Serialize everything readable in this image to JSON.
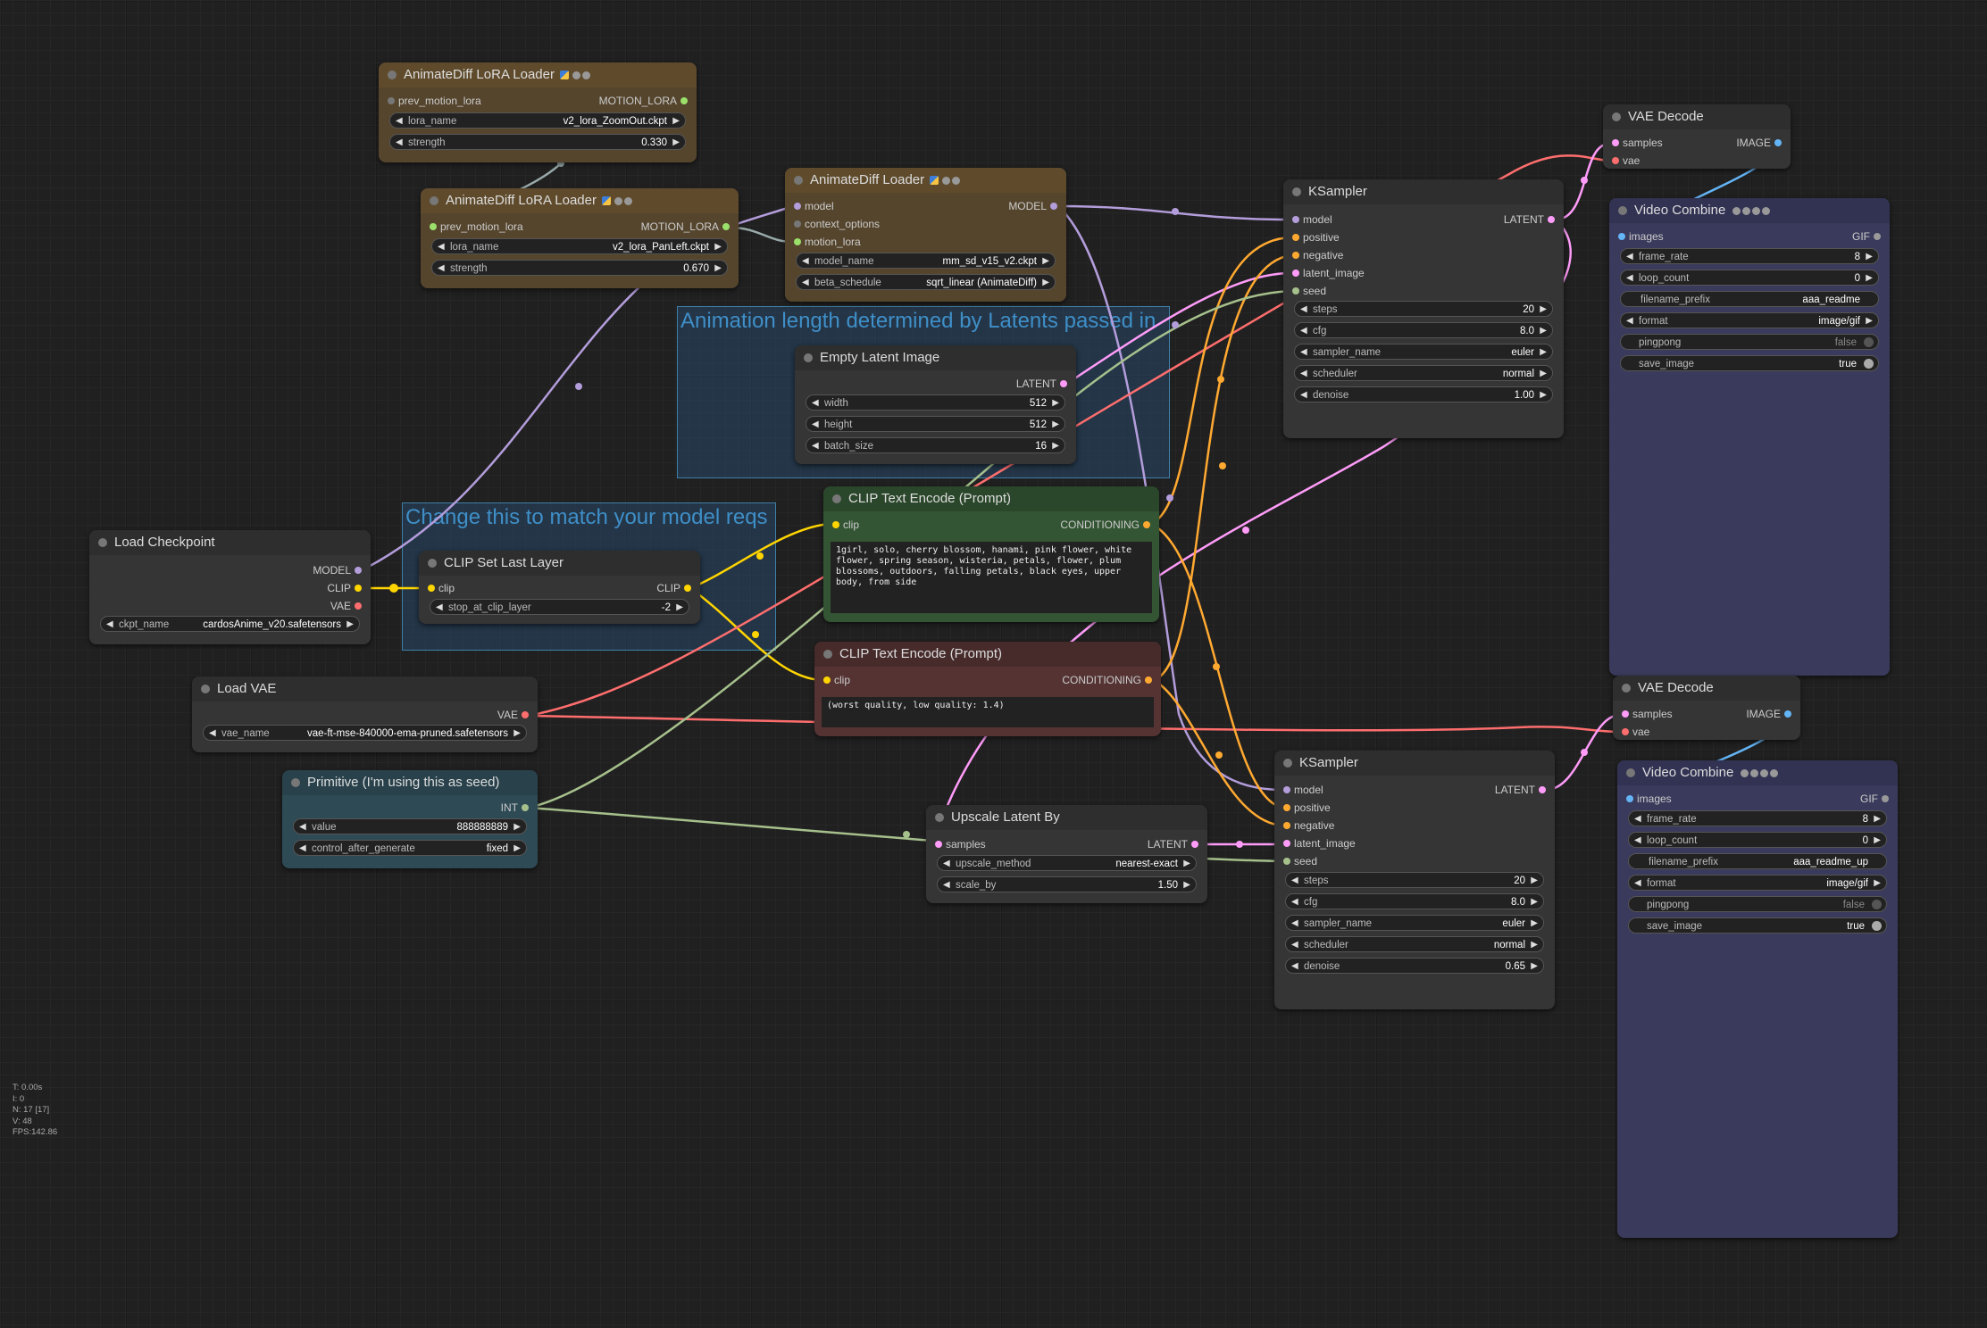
{
  "groups": {
    "g1": "Animation length determined by Latents passed in",
    "g2": "Change this to match your model reqs"
  },
  "stats": [
    "T: 0.00s",
    "I: 0",
    "N: 17 [17]",
    "V: 48",
    "FPS:142.86"
  ],
  "nodes": {
    "lora1": {
      "title": "AnimateDiff LoRA Loader",
      "in1": "prev_motion_lora",
      "out1": "MOTION_LORA",
      "w1n": "lora_name",
      "w1v": "v2_lora_ZoomOut.ckpt",
      "w2n": "strength",
      "w2v": "0.330"
    },
    "lora2": {
      "title": "AnimateDiff LoRA Loader",
      "in1": "prev_motion_lora",
      "out1": "MOTION_LORA",
      "w1n": "lora_name",
      "w1v": "v2_lora_PanLeft.ckpt",
      "w2n": "strength",
      "w2v": "0.670"
    },
    "adl": {
      "title": "AnimateDiff Loader",
      "in1": "model",
      "in2": "context_options",
      "in3": "motion_lora",
      "out1": "MODEL",
      "w1n": "model_name",
      "w1v": "mm_sd_v15_v2.ckpt",
      "w2n": "beta_schedule",
      "w2v": "sqrt_linear (AnimateDiff)"
    },
    "ks1": {
      "title": "KSampler",
      "in1": "model",
      "in2": "positive",
      "in3": "negative",
      "in4": "latent_image",
      "in5": "seed",
      "out1": "LATENT",
      "w1n": "steps",
      "w1v": "20",
      "w2n": "cfg",
      "w2v": "8.0",
      "w3n": "sampler_name",
      "w3v": "euler",
      "w4n": "scheduler",
      "w4v": "normal",
      "w5n": "denoise",
      "w5v": "1.00"
    },
    "vae1": {
      "title": "VAE Decode",
      "in1": "samples",
      "in2": "vae",
      "out1": "IMAGE"
    },
    "vc1": {
      "title": "Video Combine",
      "in1": "images",
      "out1": "GIF",
      "w1n": "frame_rate",
      "w1v": "8",
      "w2n": "loop_count",
      "w2v": "0",
      "w3n": "filename_prefix",
      "w3v": "aaa_readme",
      "w4n": "format",
      "w4v": "image/gif",
      "w5n": "pingpong",
      "w5v": "false",
      "w6n": "save_image",
      "w6v": "true"
    },
    "eli": {
      "title": "Empty Latent Image",
      "out1": "LATENT",
      "w1n": "width",
      "w1v": "512",
      "w2n": "height",
      "w2v": "512",
      "w3n": "batch_size",
      "w3v": "16"
    },
    "ctp": {
      "title": "CLIP Text Encode (Prompt)",
      "in1": "clip",
      "out1": "CONDITIONING",
      "text": "1girl, solo, cherry blossom, hanami, pink flower, white flower, spring season, wisteria, petals, flower, plum blossoms, outdoors, falling petals, black eyes, upper body, from side"
    },
    "ctn": {
      "title": "CLIP Text Encode (Prompt)",
      "in1": "clip",
      "out1": "CONDITIONING",
      "text": "(worst quality, low quality: 1.4)"
    },
    "ckpt": {
      "title": "Load Checkpoint",
      "out1": "MODEL",
      "out2": "CLIP",
      "out3": "VAE",
      "w1n": "ckpt_name",
      "w1v": "cardosAnime_v20.safetensors"
    },
    "csl": {
      "title": "CLIP Set Last Layer",
      "in1": "clip",
      "out1": "CLIP",
      "w1n": "stop_at_clip_layer",
      "w1v": "-2"
    },
    "lvae": {
      "title": "Load VAE",
      "out1": "VAE",
      "w1n": "vae_name",
      "w1v": "vae-ft-mse-840000-ema-pruned.safetensors"
    },
    "prim": {
      "title": "Primitive (I'm using this as seed)",
      "out1": "INT",
      "w1n": "value",
      "w1v": "888888889",
      "w2n": "control_after_generate",
      "w2v": "fixed"
    },
    "ulb": {
      "title": "Upscale Latent By",
      "in1": "samples",
      "out1": "LATENT",
      "w1n": "upscale_method",
      "w1v": "nearest-exact",
      "w2n": "scale_by",
      "w2v": "1.50"
    },
    "ks2": {
      "title": "KSampler",
      "in1": "model",
      "in2": "positive",
      "in3": "negative",
      "in4": "latent_image",
      "in5": "seed",
      "out1": "LATENT",
      "w1n": "steps",
      "w1v": "20",
      "w2n": "cfg",
      "w2v": "8.0",
      "w3n": "sampler_name",
      "w3v": "euler",
      "w4n": "scheduler",
      "w4v": "normal",
      "w5n": "denoise",
      "w5v": "0.65"
    },
    "vae2": {
      "title": "VAE Decode",
      "in1": "samples",
      "in2": "vae",
      "out1": "IMAGE"
    },
    "vc2": {
      "title": "Video Combine",
      "in1": "images",
      "out1": "GIF",
      "w1n": "frame_rate",
      "w1v": "8",
      "w2n": "loop_count",
      "w2v": "0",
      "w3n": "filename_prefix",
      "w3v": "aaa_readme_up",
      "w4n": "format",
      "w4v": "image/gif",
      "w5n": "pingpong",
      "w5v": "false",
      "w6n": "save_image",
      "w6v": "true"
    }
  },
  "colors": {
    "model": "#b39ddb",
    "clip": "#ffd500",
    "vae": "#ff6e6e",
    "latent": "#ff9cf9",
    "conditioning": "#ffa931",
    "int": "#a6c08c",
    "image": "#64b5f6",
    "motion_lora": "#9be06b"
  }
}
